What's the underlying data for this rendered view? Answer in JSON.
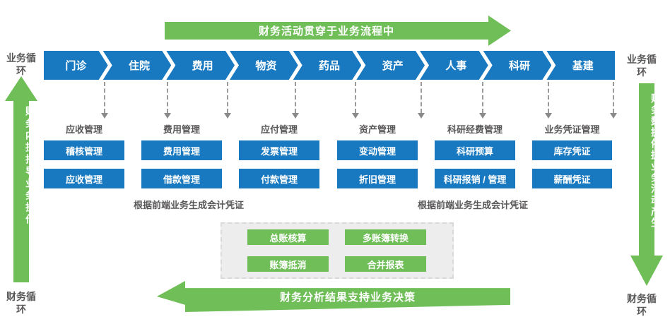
{
  "top_arrow": {
    "label": "财务活动贯穿于业务流程中"
  },
  "bottom_arrow": {
    "label": "财务分析结果支持业务决策"
  },
  "left_rail": {
    "top_label": "业务循环",
    "arrow_label": "财务内控指导业务操作",
    "bottom_label": "财务循环"
  },
  "right_rail": {
    "top_label": "业务循环",
    "arrow_label": "财务数据依据业务活动产生",
    "bottom_label": "财务循环"
  },
  "flow": {
    "steps": [
      "门诊",
      "住院",
      "费用",
      "物资",
      "药品",
      "资产",
      "人事",
      "科研",
      "基建"
    ]
  },
  "columns": [
    {
      "label": "应收管理",
      "boxes": [
        "稽核管理",
        "应收管理"
      ]
    },
    {
      "label": "费用管理",
      "boxes": [
        "费用管理",
        "借款管理"
      ]
    },
    {
      "label": "应付管理",
      "boxes": [
        "发票管理",
        "付款管理"
      ]
    },
    {
      "label": "资产管理",
      "boxes": [
        "变动管理",
        "折旧管理"
      ]
    },
    {
      "label": "科研经费管理",
      "boxes": [
        "科研预算",
        "科研报销 / 管理"
      ]
    },
    {
      "label": "业务凭证管理",
      "boxes": [
        "库存凭证",
        "薪酬凭证"
      ]
    }
  ],
  "notes": {
    "left": "根据前端业务生成会计凭证",
    "right": "根据前端业务生成会计凭证"
  },
  "center_panel": {
    "buttons": [
      "总账核算",
      "多账簿转换",
      "账簿抵消",
      "合并报表"
    ]
  },
  "colors": {
    "blue": "#1879c0",
    "green": "#6fbe58",
    "panel_bg": "#ededed",
    "panel_border": "#d9d9d9",
    "label_gray": "#595757"
  }
}
